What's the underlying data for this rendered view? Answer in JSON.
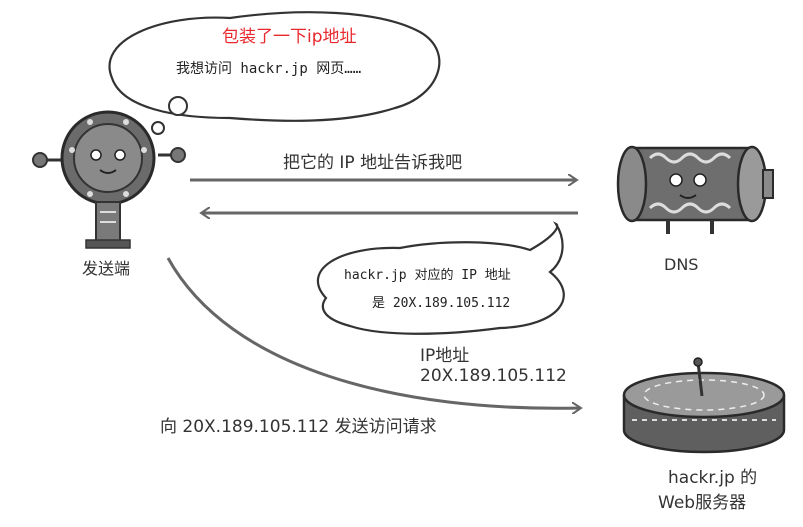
{
  "thought_bubble": {
    "title": "包装了一下ip地址",
    "title_color": "#e8282d",
    "text": "我想访问 hackr.jp 网页……"
  },
  "client": {
    "label": "发送端"
  },
  "dns": {
    "label": "DNS"
  },
  "arrows": {
    "query_label": "把它的 IP 地址告诉我吧",
    "request_label": "向 20X.189.105.112 发送访问请求"
  },
  "dns_reply_bubble": {
    "line1": "hackr.jp 对应的 IP 地址",
    "line2": "是 20X.189.105.112"
  },
  "ip_result": {
    "line1": "IP地址",
    "line2": "20X.189.105.112"
  },
  "server": {
    "label_line1": "hackr.jp 的",
    "label_line2": "Web服务器"
  }
}
